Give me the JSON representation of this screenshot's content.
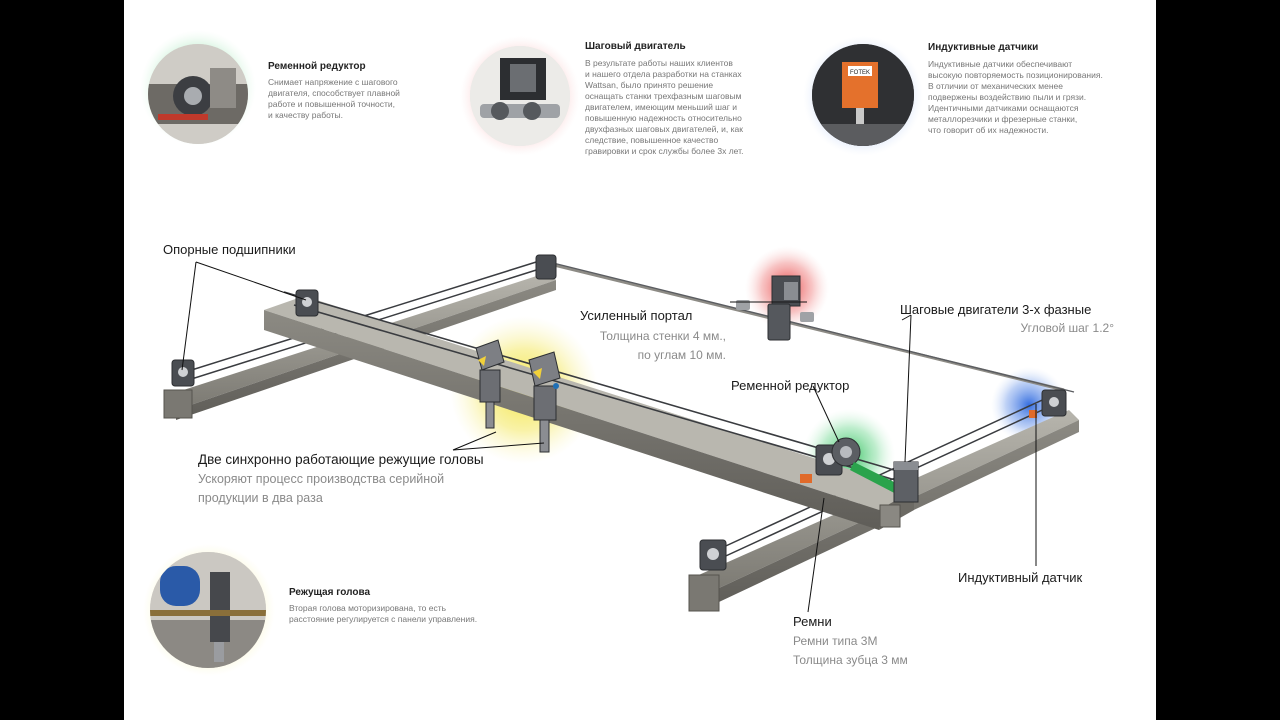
{
  "callouts": {
    "reducer": {
      "title": "Ременной редуктор",
      "text": "Снимает напряжение с шагового\nдвигателя, способствует плавной\nработе и повышенной точности,\nи качеству работы."
    },
    "stepper": {
      "title": "Шаговый двигатель",
      "text": "В результате работы наших клиентов\nи нашего отдела разработки на станках\nWattsan, было принято решение\nоснащать станки трехфазным шаговым\nдвигателем, имеющим меньший шаг и\nповышенную надежность относительно\nдвухфазных шаговых двигателей, и, как\nследствие, повышенное качество\nгравировки и срок службы более 3х лет."
    },
    "sensors": {
      "title": "Индуктивные датчики",
      "text": "Индуктивные датчики обеспечивают\nвысокую повторяемость позиционирования.\nВ отличии от механических менее\nподвержены воздействию пыли и грязи.\nИдентичными датчиками оснащаются\nметаллорезчики и фрезерные станки,\nчто говорит об их надежности."
    },
    "head": {
      "title": "Режущая голова",
      "text": "Вторая голова моторизирована, то есть\nрасстояние регулируется с панели управления."
    }
  },
  "labels": {
    "bearings": "Опорные подшипники",
    "portal_title": "Усиленный портал",
    "portal_sub": "Толщина стенки 4 мм.,\nпо углам 10 мм.",
    "steppers_title": "Шаговые двигатели 3-х фазные",
    "steppers_sub": "Угловой шаг 1.2°",
    "reducer": "Ременной редуктор",
    "heads_title": "Две синхронно работающие режущие головы",
    "heads_sub": "Ускоряют процесс производства серийной\nпродукции в два раза",
    "inductive": "Индуктивный датчик",
    "belts_title": "Ремни",
    "belts_sub": "Ремни типа 3М\nТолщина зубца 3 мм",
    "motor_plate": "FOTEK"
  },
  "colors": {
    "glow_green": "#3cc86a",
    "glow_red": "#e83a3a",
    "glow_blue": "#2f6ee0",
    "glow_yellow": "#f2e23a",
    "rail": "#9a9890",
    "rail_dark": "#6e6c66",
    "part_dark": "#4a4d52",
    "accent_orange": "#e06a2a"
  }
}
